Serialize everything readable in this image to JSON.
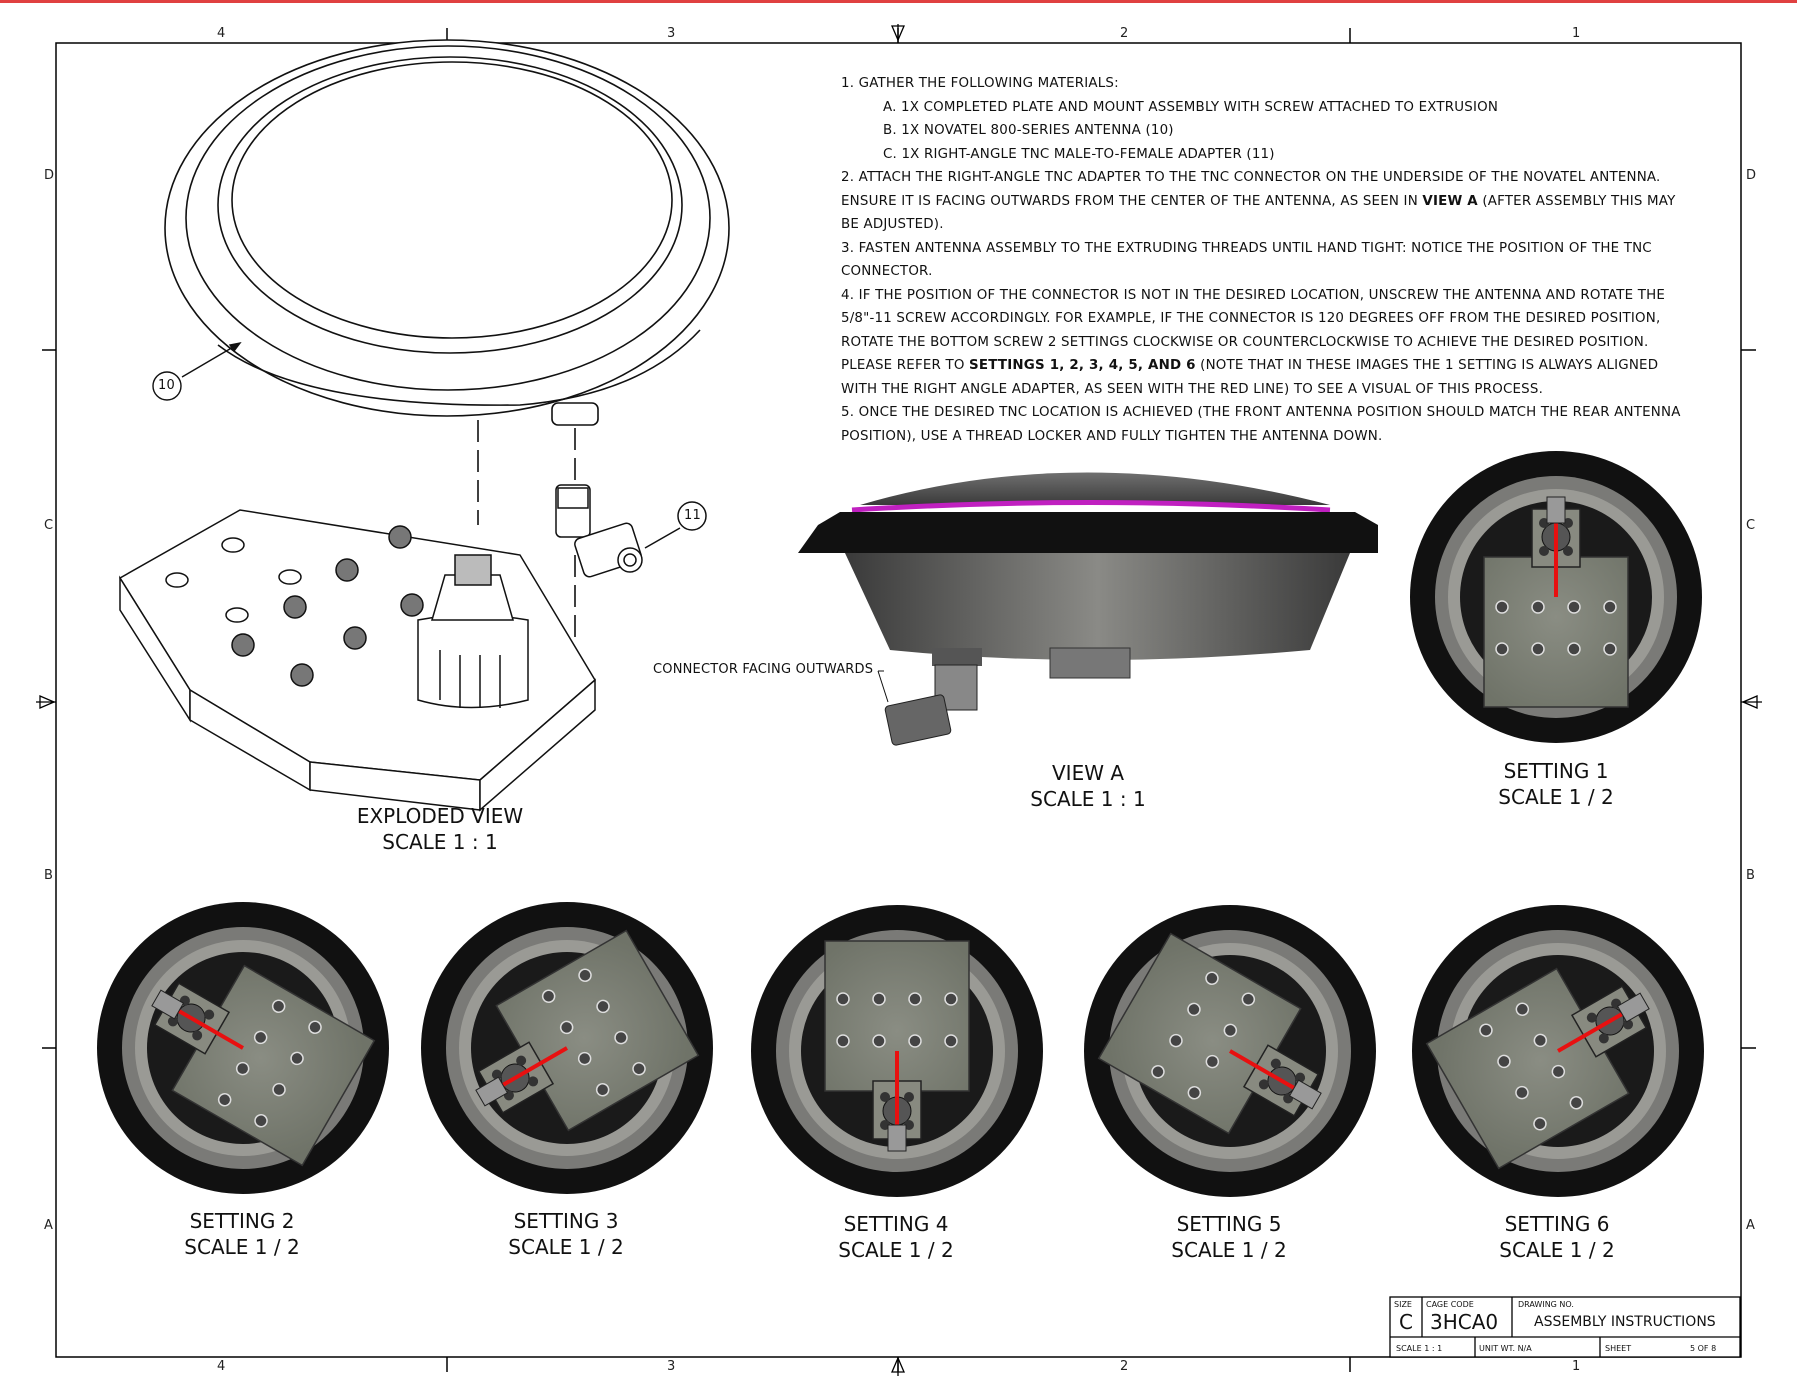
{
  "zones": {
    "top_columns": [
      "4",
      "3",
      "2",
      "1"
    ],
    "bottom_columns": [
      "4",
      "3",
      "2",
      "1"
    ],
    "left_rows": [
      "D",
      "C",
      "B",
      "A"
    ],
    "right_rows": [
      "D",
      "C",
      "B",
      "A"
    ]
  },
  "instructions": {
    "step1": "1. GATHER THE FOLLOWING MATERIALS:",
    "step1a": "A. 1X COMPLETED PLATE AND MOUNT ASSEMBLY WITH SCREW ATTACHED TO EXTRUSION",
    "step1b": "B. 1X NOVATEL 800-SERIES ANTENNA (10)",
    "step1c": "C. 1X RIGHT-ANGLE TNC MALE-TO-FEMALE ADAPTER (11)",
    "step2_pre": "2. ATTACH THE RIGHT-ANGLE TNC ADAPTER TO THE TNC CONNECTOR ON THE UNDERSIDE OF THE NOVATEL ANTENNA. ENSURE IT IS FACING OUTWARDS FROM THE CENTER OF THE ANTENNA, AS SEEN IN ",
    "step2_bold": "VIEW A",
    "step2_post": " (AFTER ASSEMBLY THIS MAY BE ADJUSTED).",
    "step3": "3. FASTEN ANTENNA ASSEMBLY TO THE EXTRUDING THREADS UNTIL HAND TIGHT: NOTICE THE POSITION OF THE TNC CONNECTOR.",
    "step4_pre": "4. IF THE POSITION OF THE CONNECTOR IS NOT IN THE DESIRED LOCATION, UNSCREW THE ANTENNA AND ROTATE THE 5/8\"-11 SCREW ACCORDINGLY. FOR EXAMPLE, IF THE CONNECTOR IS 120 DEGREES OFF FROM THE DESIRED POSITION, ROTATE THE BOTTOM SCREW 2 SETTINGS CLOCKWISE OR COUNTERCLOCKWISE TO ACHIEVE THE DESIRED POSITION. PLEASE REFER TO ",
    "step4_bold": "SETTINGS 1, 2, 3, 4, 5, AND 6",
    "step4_post": " (NOTE THAT IN THESE IMAGES THE 1 SETTING IS ALWAYS ALIGNED WITH THE RIGHT ANGLE ADAPTER, AS SEEN WITH THE RED LINE) TO SEE A VISUAL OF THIS PROCESS.",
    "step5": "5. ONCE THE DESIRED TNC LOCATION IS ACHIEVED (THE FRONT ANTENNA POSITION SHOULD MATCH THE REAR ANTENNA POSITION), USE A THREAD LOCKER AND FULLY TIGHTEN THE ANTENNA DOWN."
  },
  "callouts": {
    "antenna": "10",
    "adapter": "11"
  },
  "annotation": "CONNECTOR FACING OUTWARDS",
  "views": {
    "exploded": {
      "name": "EXPLODED VIEW",
      "scale": "SCALE 1 : 1"
    },
    "view_a": {
      "name": "VIEW A",
      "scale": "SCALE 1 : 1"
    },
    "settings": [
      {
        "name": "SETTING 1",
        "scale": "SCALE 1 / 2",
        "angle_deg": 0
      },
      {
        "name": "SETTING 2",
        "scale": "SCALE 1 / 2",
        "angle_deg": 300
      },
      {
        "name": "SETTING 3",
        "scale": "SCALE 1 / 2",
        "angle_deg": 240
      },
      {
        "name": "SETTING 4",
        "scale": "SCALE 1 / 2",
        "angle_deg": 180
      },
      {
        "name": "SETTING 5",
        "scale": "SCALE 1 / 2",
        "angle_deg": 120
      },
      {
        "name": "SETTING 6",
        "scale": "SCALE 1 / 2",
        "angle_deg": 60
      }
    ]
  },
  "title_block": {
    "size_label": "SIZE",
    "size": "C",
    "cage_label": "CAGE CODE",
    "cage": "3HCA0",
    "drawing_label": "DRAWING NO.",
    "drawing": "ASSEMBLY INSTRUCTIONS",
    "scale": "SCALE 1 : 1",
    "unit_wt": "UNIT WT. N/A",
    "sheet_label": "SHEET",
    "sheet": "5  OF  8"
  },
  "colors": {
    "marker": "#e81010",
    "accent_stripe": "#c020c0",
    "border_top": "#e04040"
  }
}
